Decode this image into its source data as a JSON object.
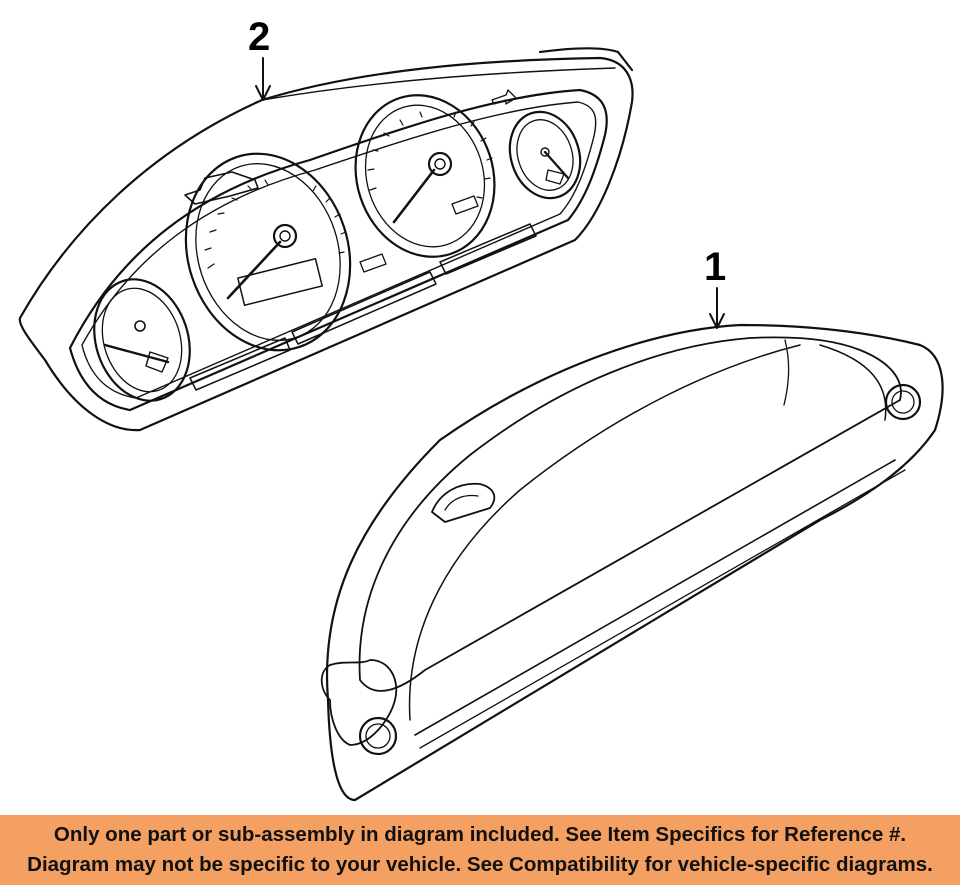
{
  "diagram": {
    "callouts": {
      "cluster": "2",
      "lens": "1"
    },
    "line_color": "#111111"
  },
  "banner": {
    "line1": "Only one part or sub-assembly in diagram included. See Item Specifics for Reference #.",
    "line2": "Diagram may not be specific to your vehicle. See Compatibility for vehicle-specific diagrams.",
    "background": "#f4a062"
  }
}
